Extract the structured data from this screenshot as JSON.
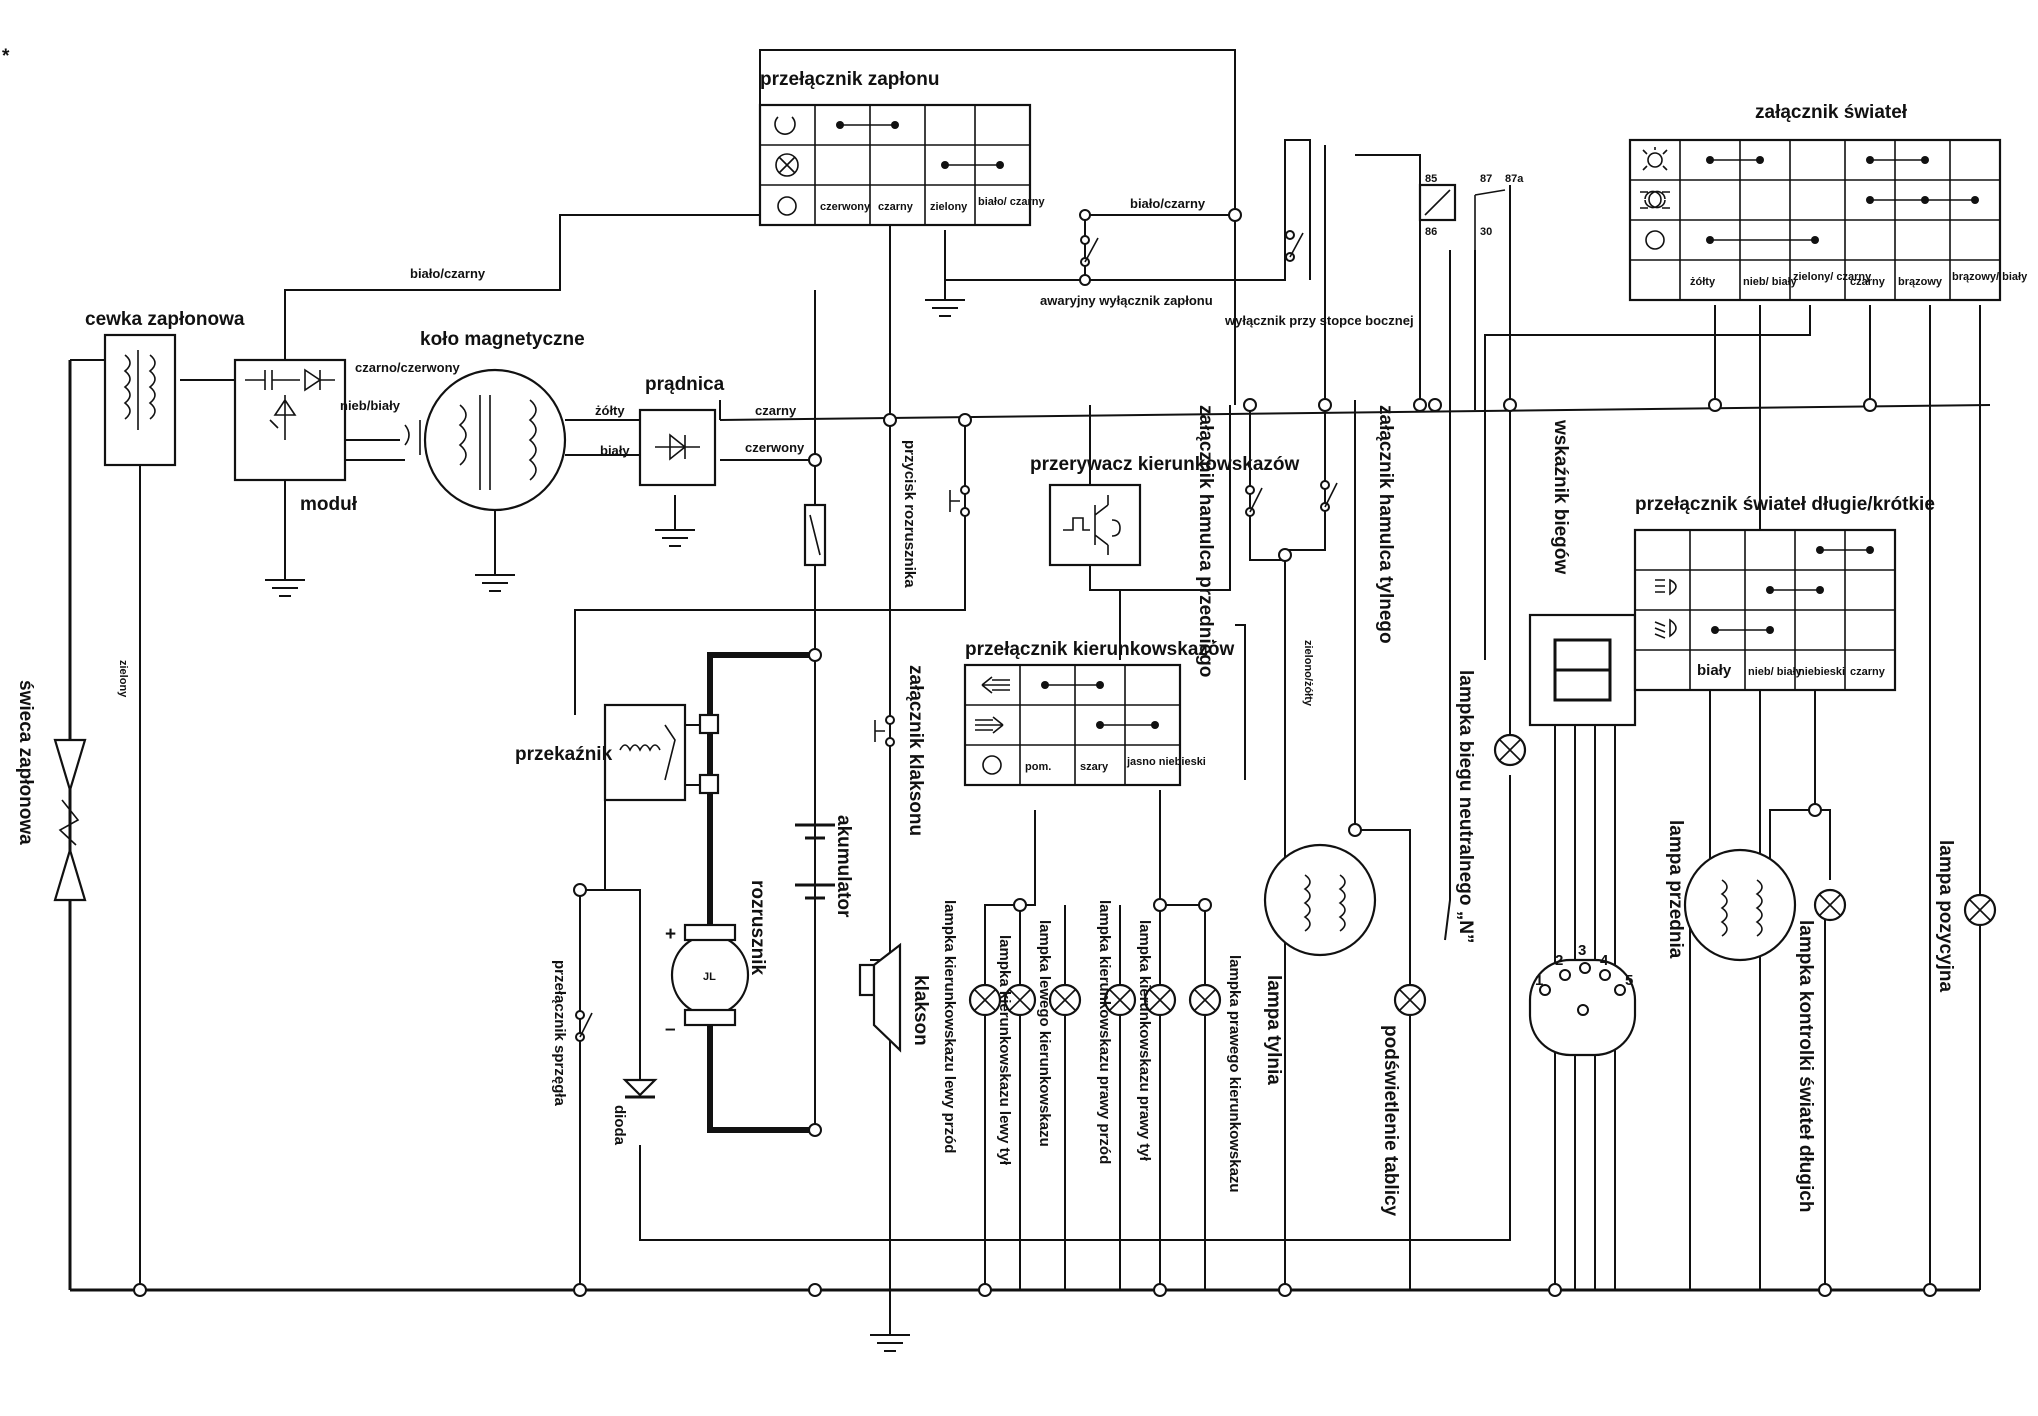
{
  "components": {
    "ignition_coil": "cewka zapłonowa",
    "module": "moduł",
    "magneto": "koło magnetyczne",
    "generator": "prądnica",
    "ignition_switch": "przełącznik zapłonu",
    "emergency_switch": "awaryjny wyłącznik zapłonu",
    "sidestand_switch": "wyłącznik przy stopce bocznej",
    "light_switch": "załącznik świateł",
    "flasher": "przerywacz kierunkowskazów",
    "front_brake": "załącznik hamulca przedniego",
    "rear_brake": "załącznik hamulca tylnego",
    "gear_indicator": "wskaźnik biegów",
    "beam_switch": "przełącznik świateł długie/krótkie",
    "start_button": "przycisk rozrusznika",
    "turn_switch": "przełącznik kierunkowskazów",
    "relay": "przekaźnik",
    "horn_switch": "załącznik klaksonu",
    "battery": "akumulator",
    "starter": "rozrusznik",
    "horn": "klakson",
    "clutch_switch": "przełącznik sprzęgła",
    "diode": "dioda",
    "spark_plug": "świeca zapłonowa",
    "turn_left_front": "lampka kierunkowskazu lewy przód",
    "turn_left_rear": "lampka kierunkowskazu lewy tył",
    "turn_left_ind": "lampka lewego kierunkowskazu",
    "turn_right_front": "lampka kierunkowskazu prawy przód",
    "turn_right_rear": "lampka kierunkowskazu prawy tył",
    "turn_right_ind": "lampka prawego kierunkowskazu",
    "tail_lamp": "lampa tylnia",
    "plate_light": "podświetlenie tablicy",
    "neutral_lamp": "lampka biegu neutralnego „N”",
    "headlamp": "lampa przednia",
    "high_beam_lamp": "lampka kontrolki świateł długich",
    "position_lamp": "lampa pozycyjna"
  },
  "wires": {
    "white_black_top": "biało/czarny",
    "white_black_mid": "biało/czarny",
    "black_red": "czarno/czerwony",
    "blue_white": "nieb/biały",
    "yellow": "żółty",
    "white": "biały",
    "black": "czarny",
    "red": "czerwony",
    "green_yellow": "zielono/żółty",
    "green": "zielony"
  },
  "ignition_switch_cols": [
    "czerwony",
    "czarny",
    "zielony",
    "biało/ czarny"
  ],
  "light_switch_cols": [
    "żółty",
    "nieb/ biały",
    "zielony/ czarny",
    "czarny",
    "brązowy",
    "brązowy/ biały"
  ],
  "beam_switch_cols": [
    "biały",
    "nieb/ biały",
    "niebieski",
    "czarny"
  ],
  "turn_switch_cols": [
    "pom.",
    "szary",
    "jasno niebieski"
  ],
  "relay_pins": [
    "85",
    "87",
    "87a",
    "86",
    "30"
  ],
  "connector_pins": [
    "1",
    "2",
    "3",
    "4",
    "5"
  ],
  "misc": {
    "starter_j": "JL",
    "plus": "+",
    "minus": "–",
    "corner_mark": "*"
  }
}
